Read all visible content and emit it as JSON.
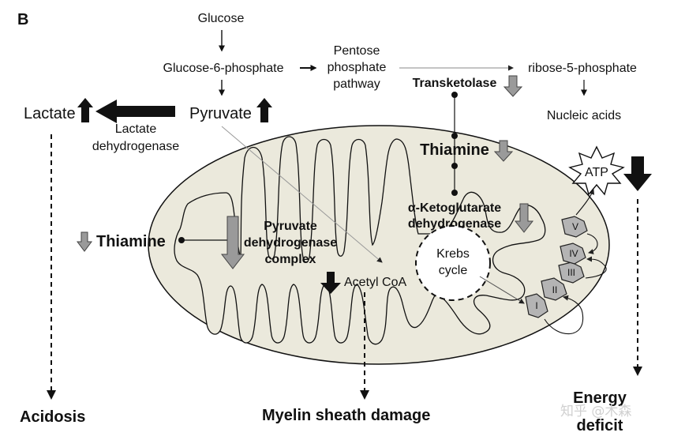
{
  "panel_label": "B",
  "labels": {
    "glucose": "Glucose",
    "g6p": "Glucose-6-phosphate",
    "ppp_1": "Pentose",
    "ppp_2": "phosphate",
    "ppp_3": "pathway",
    "r5p": "ribose-5-phosphate",
    "transketolase": "Transketolase",
    "nucleic": "Nucleic acids",
    "lactate": "Lactate",
    "pyruvate": "Pyruvate",
    "ldh_1": "Lactate",
    "ldh_2": "dehydrogenase",
    "thiamine_top": "Thiamine",
    "akg_1": "α-Ketoglutarate",
    "akg_2": "dehydrogenase",
    "thiamine_left": "Thiamine",
    "pdh_1": "Pyruvate",
    "pdh_2": "dehydrogenase",
    "pdh_3": "complex",
    "krebs_1": "Krebs",
    "krebs_2": "cycle",
    "acetyl": "Acetyl CoA",
    "atp": "ATP",
    "acidosis": "Acidosis",
    "myelin": "Myelin sheath damage",
    "energy_1": "Energy",
    "energy_2": "deficit"
  },
  "complexes": [
    "V",
    "IV",
    "III",
    "II",
    "I"
  ],
  "watermark": "知乎 @木森",
  "colors": {
    "matrix_fill": "#ebe9dc",
    "gray_arrow": "#9a9a9a",
    "complex_fill": "#b4b4b4"
  }
}
